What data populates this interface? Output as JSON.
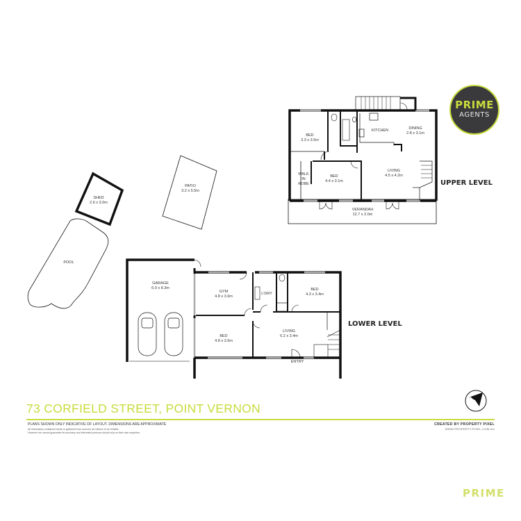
{
  "brand": {
    "logo_line1": "PRIME",
    "logo_line2": "AGENTS",
    "footer_wordmark": "PRIME",
    "accent_color": "#c8dc3c",
    "logo_bg_color": "#3a3a3c"
  },
  "levels": {
    "upper": "UPPER LEVEL",
    "lower": "LOWER LEVEL"
  },
  "upper_rooms": [
    {
      "name": "BED",
      "size": "3.3 x 3.5m"
    },
    {
      "name": "KITCHEN",
      "size": ""
    },
    {
      "name": "DINING",
      "size": "2.8 x 3.1m"
    },
    {
      "name": "WALK IN ROBE",
      "size": ""
    },
    {
      "name": "BED",
      "size": "4.4 x 3.1m"
    },
    {
      "name": "LIVING",
      "size": "4.5 x 4.2m"
    },
    {
      "name": "VERANDAH",
      "size": "12.7 x 2.0m"
    }
  ],
  "outdoor": [
    {
      "name": "SHED",
      "size": "2.6 x 3.0m"
    },
    {
      "name": "PATIO",
      "size": "3.2 x 5.5m"
    },
    {
      "name": "POOL",
      "size": ""
    }
  ],
  "lower_rooms": [
    {
      "name": "GARAGE",
      "size": "6.0 x 8.3m"
    },
    {
      "name": "GYM",
      "size": "4.8 x 3.6m"
    },
    {
      "name": "L'DRY",
      "size": ""
    },
    {
      "name": "BED",
      "size": "4.3 x 3.4m"
    },
    {
      "name": "BED",
      "size": "4.8 x 3.5m"
    },
    {
      "name": "LIVING",
      "size": "6.2 x 3.4m"
    },
    {
      "name": "ENTRY",
      "size": ""
    }
  ],
  "footer": {
    "address": "73 CORFIELD STREET, POINT VERNON",
    "disclaimer_main": "PLANS SHOWN ONLY INDICATIVE OF LAYOUT.  DIMENSIONS ARE APPROXIMATE",
    "disclaimer_line1": "All information contained herein is gathered from sources we believe to be reliable.",
    "disclaimer_line2": "However we cannot guarantee its accuracy and interested persons should rely on their own enquiries.",
    "credit": "CREATED BY PROPERTY PIXEL",
    "credit_url": "WWW.PROPERTY-PIXEL.COM.AU"
  }
}
